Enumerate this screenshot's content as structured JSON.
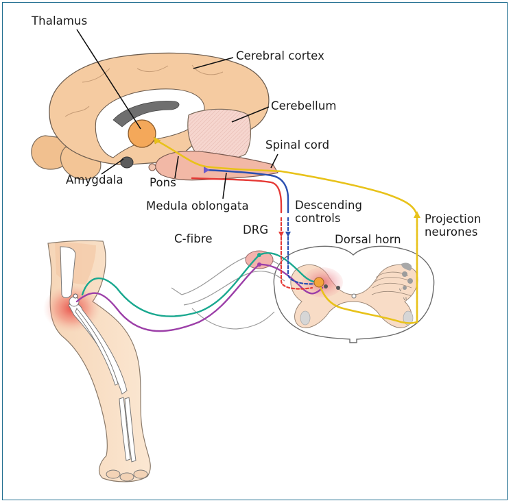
{
  "labels": {
    "thalamus": "Thalamus",
    "cerebral_cortex": "Cerebral cortex",
    "cerebellum": "Cerebellum",
    "spinal_cord": "Spinal cord",
    "amygdala": "Amygdala",
    "pons": "Pons",
    "medula_oblongata": "Medula oblongata",
    "descending_controls_1": "Descending",
    "descending_controls_2": "controls",
    "projection_neurones_1": "Projection",
    "projection_neurones_2": "neurones",
    "c_fibre": "C-fibre",
    "drg": "DRG",
    "dorsal_horn": "Dorsal horn"
  },
  "colors": {
    "frame": "#1f6d8f",
    "brain": "#f5cba1",
    "brainstem": "#f2b8a6",
    "thalamus": "#f4a85a",
    "ascending_pathway": "#e8c21a",
    "descending_blue": "#2a4fb0",
    "descending_red": "#e53935",
    "c_fibre_teal": "#19a88f",
    "c_fibre_purple": "#9c3fa8",
    "inflammation": "#e8564d"
  }
}
